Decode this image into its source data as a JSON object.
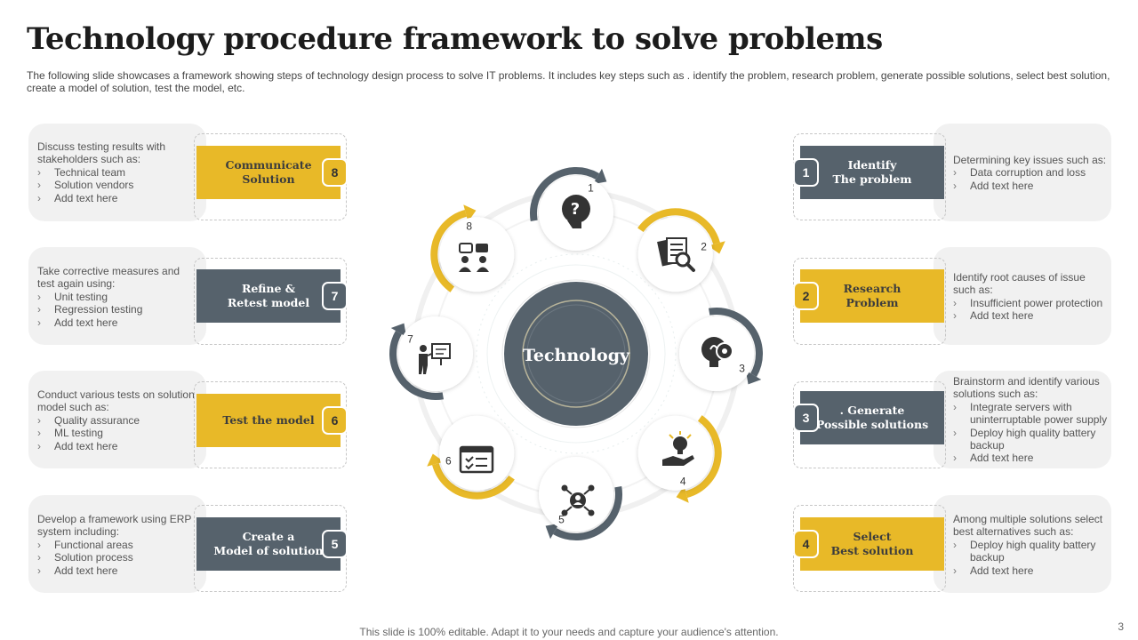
{
  "title": "Technology procedure framework to solve problems",
  "subtitle": "The following slide showcases a framework showing steps of technology design process to solve IT problems. It includes key steps such as . identify the problem, research problem, generate possible solutions, select best solution, create a model of solution, test the model, etc.",
  "center_label": "Technology",
  "footer": "This slide is 100% editable. Adapt it to your needs and capture your audience's attention.",
  "page_number": "3",
  "colors": {
    "accent_yellow": "#e8b928",
    "slate": "#56626c",
    "card_bg": "#f1f1f1",
    "title": "#1c1c1c"
  },
  "left_steps": [
    {
      "number": "8",
      "label": "Communicate\nSolution",
      "color": "yellow",
      "lead": "Discuss testing results with stakeholders such as:",
      "bullets": [
        "Technical team",
        "Solution vendors",
        "Add text here"
      ]
    },
    {
      "number": "7",
      "label": "Refine &\nRetest model",
      "color": "slate",
      "lead": "Take corrective measures and test again using:",
      "bullets": [
        "Unit testing",
        "Regression testing",
        "Add text here"
      ]
    },
    {
      "number": "6",
      "label": "Test the model",
      "color": "yellow",
      "lead": "Conduct various tests on solution model such as:",
      "bullets": [
        "Quality assurance",
        "ML testing",
        "Add text here"
      ]
    },
    {
      "number": "5",
      "label": "Create a\nModel of solution",
      "color": "slate",
      "lead": "Develop a framework using ERP system including:",
      "bullets": [
        "Functional areas",
        "Solution process",
        "Add text here"
      ]
    }
  ],
  "right_steps": [
    {
      "number": "1",
      "label": "Identify\nThe problem",
      "color": "slate",
      "lead": "Determining key issues such as:",
      "bullets": [
        "Data corruption and loss",
        "Add text here"
      ]
    },
    {
      "number": "2",
      "label": "Research\nProblem",
      "color": "yellow",
      "lead": "Identify root causes of issue such as:",
      "bullets": [
        "Insufficient power protection",
        "Add text here"
      ]
    },
    {
      "number": "3",
      "label": ". Generate\nPossible solutions",
      "color": "slate",
      "lead": "Brainstorm and identify various solutions such as:",
      "bullets": [
        "Integrate servers with uninterruptable power supply",
        "Deploy high quality battery backup",
        "Add text here"
      ]
    },
    {
      "number": "4",
      "label": "Select\nBest solution",
      "color": "yellow",
      "lead": "Among multiple solutions select best alternatives such as:",
      "bullets": [
        "Deploy high quality battery backup",
        "Add text here"
      ]
    }
  ],
  "cycle": [
    {
      "number": "1",
      "icon": "question-head-icon",
      "arrow": "slate"
    },
    {
      "number": "2",
      "icon": "document-search-icon",
      "arrow": "yellow"
    },
    {
      "number": "3",
      "icon": "bulb-gear-icon",
      "arrow": "slate"
    },
    {
      "number": "4",
      "icon": "hand-bulb-icon",
      "arrow": "yellow"
    },
    {
      "number": "5",
      "icon": "network-person-icon",
      "arrow": "slate"
    },
    {
      "number": "6",
      "icon": "browser-checklist-icon",
      "arrow": "yellow"
    },
    {
      "number": "7",
      "icon": "presentation-icon",
      "arrow": "slate"
    },
    {
      "number": "8",
      "icon": "team-chat-icon",
      "arrow": "yellow"
    }
  ]
}
